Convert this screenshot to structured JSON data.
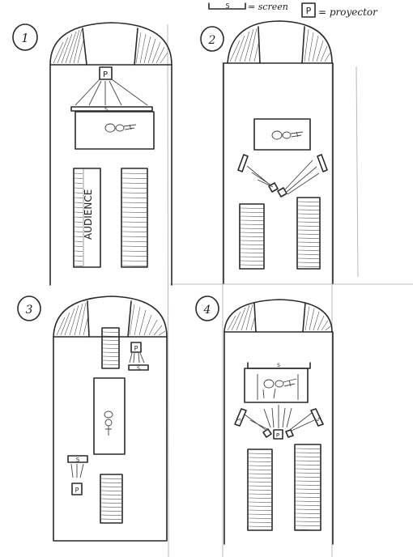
{
  "legend": {
    "screen_symbol": "S",
    "screen_text": "= screen",
    "projector_symbol": "P",
    "projector_text": "= proyector"
  },
  "panels": [
    {
      "number": "1",
      "audience_label": "AUDIENCE",
      "screen_symbol": "S",
      "projector_symbol": "P"
    },
    {
      "number": "2"
    },
    {
      "number": "3",
      "screen_symbol": "S",
      "projector_symbol": "P"
    },
    {
      "number": "4",
      "screen_symbol": "S",
      "projector_symbol": "P"
    }
  ],
  "colors": {
    "ink": "#2a2a2a",
    "paper": "#ffffff",
    "faint": "#b8b8b8"
  }
}
